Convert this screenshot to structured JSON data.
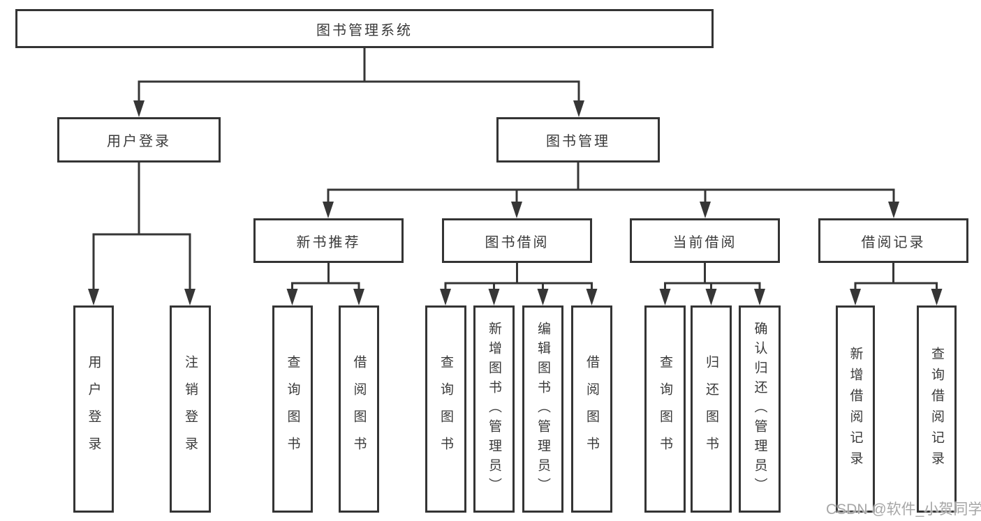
{
  "tree": {
    "root": {
      "label": "图书管理系统",
      "children": [
        {
          "label": "用户登录",
          "children": [
            {
              "label": "用户登录"
            },
            {
              "label": "注销登录"
            }
          ]
        },
        {
          "label": "图书管理",
          "children": [
            {
              "label": "新书推荐",
              "children": [
                {
                  "label": "查询图书"
                },
                {
                  "label": "借阅图书"
                }
              ]
            },
            {
              "label": "图书借阅",
              "children": [
                {
                  "label": "查询图书"
                },
                {
                  "label": "新增图书（管理员）"
                },
                {
                  "label": "编辑图书（管理员）"
                },
                {
                  "label": "借阅图书"
                }
              ]
            },
            {
              "label": "当前借阅",
              "children": [
                {
                  "label": "查询图书"
                },
                {
                  "label": "归还图书"
                },
                {
                  "label": "确认归还（管理员）"
                }
              ]
            },
            {
              "label": "借阅记录",
              "children": [
                {
                  "label": "新增借阅记录"
                },
                {
                  "label": "查询借阅记录"
                }
              ]
            }
          ]
        }
      ]
    },
    "colors": {
      "line": "#363636",
      "border": "#343434",
      "text": "#3a3a3a",
      "background": "#ffffff",
      "watermark": "#969696"
    },
    "watermark": "CSDN @软件_小贺同学"
  }
}
